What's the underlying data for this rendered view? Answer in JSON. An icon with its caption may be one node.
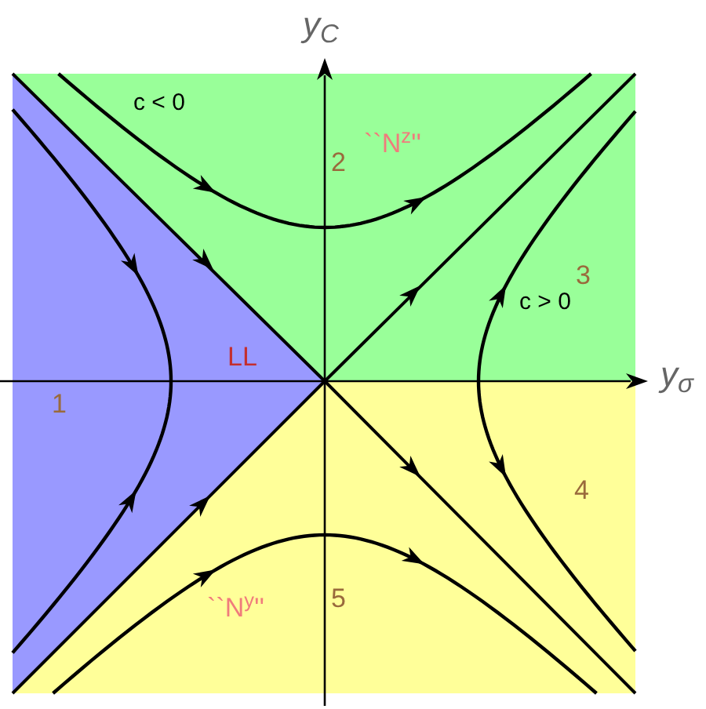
{
  "diagram": {
    "nodes": [
      {
        "text": [
          "LL",
          "1"
        ]
      },
      {
        "text": [
          "c < 0",
          "``N$^{z}$''",
          "2",
          "3",
          "c > 0"
        ]
      },
      {
        "text": [
          "4",
          "5",
          "``N$^{y}$''"
        ]
      }
    ],
    "labels": [
      "y$_{C}$",
      "y$_{σ}$"
    ]
  }
}
